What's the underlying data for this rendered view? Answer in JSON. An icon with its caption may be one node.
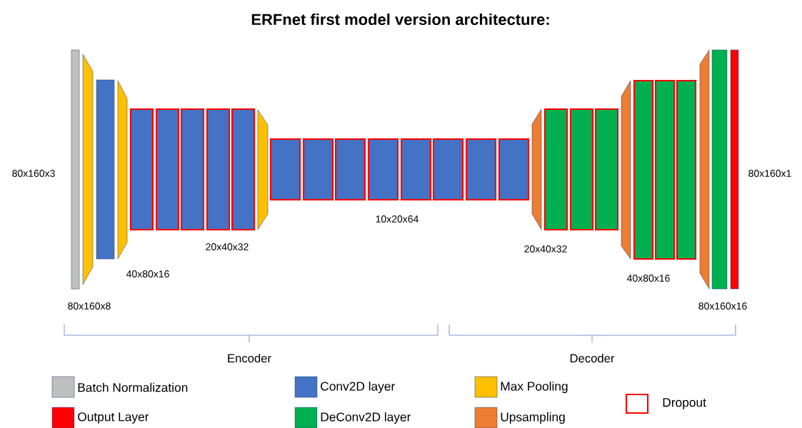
{
  "diagram": {
    "title": "ERFnet first model version architecture:",
    "nodes": [
      {
        "text": [],
        "shape": "bar"
      },
      {
        "text": [],
        "shape": "trapezoid"
      },
      {
        "text": [],
        "shape": "bar"
      },
      {
        "text": [],
        "shape": "trapezoid"
      },
      {
        "text": [],
        "shape": "bar"
      },
      {
        "text": [],
        "shape": "bar"
      },
      {
        "text": [],
        "shape": "bar"
      },
      {
        "text": [],
        "shape": "bar"
      },
      {
        "text": [],
        "shape": "bar"
      },
      {
        "text": [],
        "shape": "trapezoid"
      },
      {
        "text": [],
        "shape": "bar"
      },
      {
        "text": [],
        "shape": "bar"
      },
      {
        "text": [],
        "shape": "bar"
      },
      {
        "text": [],
        "shape": "bar"
      },
      {
        "text": [],
        "shape": "bar"
      },
      {
        "text": [],
        "shape": "bar"
      },
      {
        "text": [],
        "shape": "bar"
      },
      {
        "text": [],
        "shape": "bar"
      },
      {
        "text": [],
        "shape": "trapezoid"
      },
      {
        "text": [],
        "shape": "bar"
      },
      {
        "text": [],
        "shape": "bar"
      },
      {
        "text": [],
        "shape": "bar"
      },
      {
        "text": [],
        "shape": "trapezoid"
      },
      {
        "text": [],
        "shape": "bar"
      },
      {
        "text": [],
        "shape": "bar"
      },
      {
        "text": [],
        "shape": "bar"
      },
      {
        "text": [],
        "shape": "trapezoid"
      },
      {
        "text": [],
        "shape": "bar"
      },
      {
        "text": [],
        "shape": "bar"
      }
    ],
    "labels": [
      "80x160x3",
      "80x160x8",
      "40x80x16",
      "20x40x32",
      "10x20x64",
      "20x40x32",
      "40x80x16",
      "80x160x16",
      "80x160x1",
      "Encoder",
      "Decoder"
    ],
    "legend": [
      {
        "text": "Batch Normalization",
        "color": "#bfbfbf"
      },
      {
        "text": "Conv2D layer",
        "color": "#4472c4"
      },
      {
        "text": "Max Pooling",
        "color": "#ffc000"
      },
      {
        "text": "Dropout"
      },
      {
        "text": "Output Layer",
        "color": "#ff0000"
      },
      {
        "text": "DeConv2D layer",
        "color": "#00b050"
      },
      {
        "text": "Upsampling",
        "color": "#ed7d31"
      }
    ]
  }
}
